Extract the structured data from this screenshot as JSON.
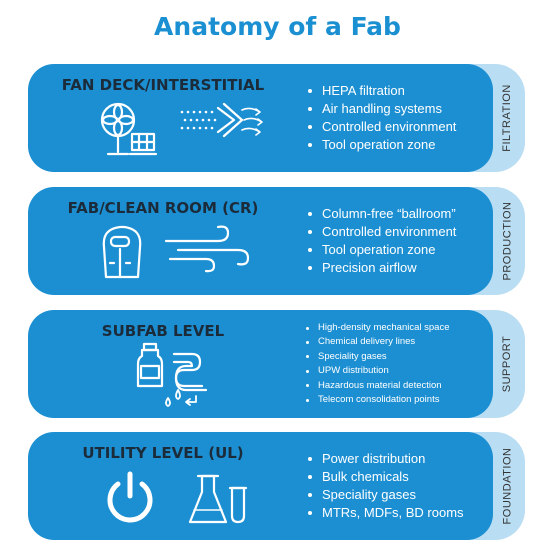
{
  "title": "Anatomy of a Fab",
  "sections": [
    {
      "heading": "FAN DECK/INTERSTITIAL",
      "tab": "FILTRATION",
      "bullets": [
        "HEPA filtration",
        "Air handling systems",
        "Controlled environment",
        "Tool operation zone"
      ],
      "icons": [
        "fan-icon",
        "solar-panel-icon",
        "hepa-filter-icon"
      ]
    },
    {
      "heading": "FAB/CLEAN ROOM (CR)",
      "tab": "PRODUCTION",
      "bullets": [
        "Column-free “ballroom”",
        "Controlled environment",
        "Tool operation zone",
        "Precision airflow"
      ],
      "icons": [
        "cleanroom-suit-icon",
        "wind-icon"
      ]
    },
    {
      "heading": "SUBFAB LEVEL",
      "tab": "SUPPORT",
      "bullets": [
        "High-density mechanical space",
        "Chemical delivery lines",
        "Speciality gases",
        "UPW distribution",
        "Hazardous material detection",
        "Telecom consolidation points"
      ],
      "icons": [
        "chemical-bottle-icon",
        "pipe-icon",
        "water-drops-icon"
      ]
    },
    {
      "heading": "UTILITY LEVEL (UL)",
      "tab": "FOUNDATION",
      "bullets": [
        "Power distribution",
        "Bulk chemicals",
        "Speciality gases",
        "MTRs, MDFs, BD rooms"
      ],
      "icons": [
        "power-icon",
        "flask-icon",
        "test-tube-icon"
      ]
    }
  ],
  "colors": {
    "panel": "#1c8fd2",
    "tab": "#b9ddf2",
    "title": "#1a8fd1",
    "heading": "#1b2b3a"
  }
}
